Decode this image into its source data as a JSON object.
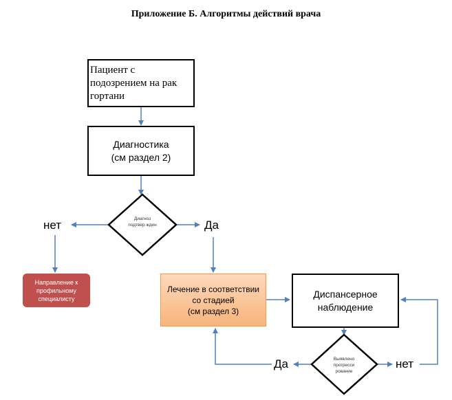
{
  "title": "Приложение Б. Алгоритмы действий врача",
  "nodes": {
    "patient": "Пациент с подозрением на рак гортани",
    "diagnostics_l1": "Диагностика",
    "diagnostics_l2": "(см раздел 2)",
    "diagnosis_confirmed": "Диагноз подтвер жден",
    "referral": "Направление к профильному специалисту",
    "treatment_l1": "Лечение в соответствии со стадией",
    "treatment_l2": "(см раздел 3)",
    "dispensary": "Диспансерное наблюдение",
    "progression": "Выявлено прогресси рование"
  },
  "labels": {
    "no1": "нет",
    "yes1": "Да",
    "yes2": "Да",
    "no2": "нет"
  },
  "colors": {
    "arrow": "#4f81bd",
    "referral": "#c0504d",
    "treatment_border": "#f79646"
  }
}
